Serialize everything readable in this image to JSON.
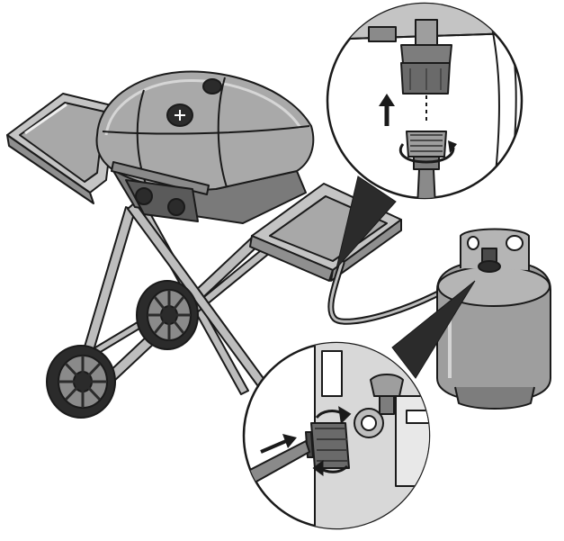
{
  "illustration": {
    "subject": "portable-grill-propane-connection",
    "icons": {
      "grill": "grill-icon",
      "tank": "propane-tank-icon",
      "hose": "gas-hose-icon",
      "regulator": "regulator-icon",
      "upper_callout": "magnifier-callout-regulator-inlet",
      "lower_callout": "magnifier-callout-tank-valve",
      "up_arrow": "arrow-up-icon",
      "push_arrow": "arrow-right-icon",
      "rotate_arrow": "rotate-arrow-icon"
    },
    "colors": {
      "line": "#1a1a1a",
      "grill_body": "#a9a9a9",
      "grill_light": "#c9c9c9",
      "grill_dark": "#6e6e6e",
      "tank_body": "#9e9e9e",
      "background": "#ffffff"
    }
  }
}
